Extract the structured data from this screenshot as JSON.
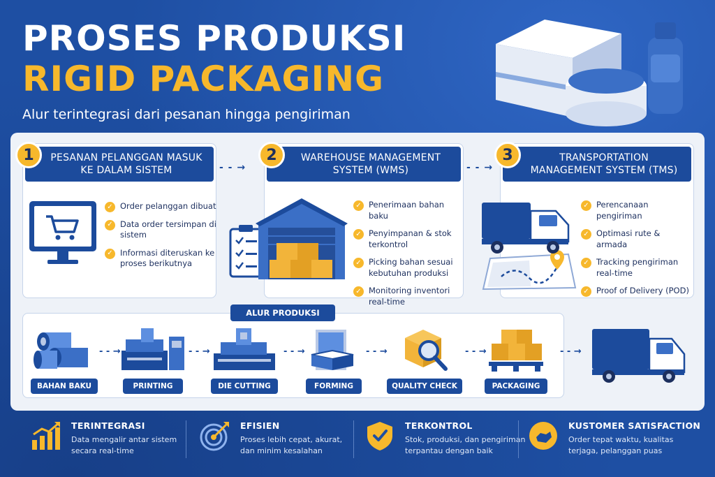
{
  "header": {
    "title_line1": "PROSES PRODUKSI",
    "title_line2": "RIGID PACKAGING",
    "subtitle": "Alur terintegrasi dari pesanan hingga pengiriman"
  },
  "steps": [
    {
      "number": "1",
      "title": "PESANAN PELANGGAN MASUK KE DALAM SISTEM",
      "items": [
        "Order pelanggan dibuat",
        "Data order tersimpan di sistem",
        "Informasi diteruskan ke proses berikutnya"
      ],
      "icon": "computer-cart-icon"
    },
    {
      "number": "2",
      "title": "WAREHOUSE MANAGEMENT SYSTEM (WMS)",
      "items": [
        "Penerimaan bahan baku",
        "Penyimpanan & stok terkontrol",
        "Picking bahan sesuai kebutuhan produksi",
        "Monitoring inventori real-time"
      ],
      "icon": "warehouse-icon"
    },
    {
      "number": "3",
      "title": "TRANSPORTATION MANAGEMENT SYSTEM (TMS)",
      "items": [
        "Perencanaan pengiriman",
        "Optimasi rute & armada",
        "Tracking pengiriman real-time",
        "Proof of Delivery (POD)"
      ],
      "icon": "truck-map-icon"
    }
  ],
  "production": {
    "label": "ALUR PRODUKSI",
    "stages": [
      "BAHAN BAKU",
      "PRINTING",
      "DIE CUTTING",
      "FORMING",
      "QUALITY CHECK",
      "PACKAGING"
    ]
  },
  "benefits": [
    {
      "title": "TERINTEGRASI",
      "desc1": "Data mengalir antar sistem",
      "desc2": "secara real-time",
      "icon": "growth-chart-icon"
    },
    {
      "title": "EFISIEN",
      "desc1": "Proses lebih cepat, akurat,",
      "desc2": "dan minim kesalahan",
      "icon": "target-icon"
    },
    {
      "title": "TERKONTROL",
      "desc1": "Stok, produksi, dan pengiriman",
      "desc2": "terpantau dengan baik",
      "icon": "shield-check-icon"
    },
    {
      "title": "KUSTOMER SATISFACTION",
      "desc1": "Order tepat waktu, kualitas",
      "desc2": "terjaga, pelanggan puas",
      "icon": "satisfaction-icon"
    }
  ],
  "colors": {
    "background": "#1e4fa3",
    "accent": "#f7b82c",
    "panel": "#eef2f8",
    "header_bar": "#1c4b9c"
  }
}
